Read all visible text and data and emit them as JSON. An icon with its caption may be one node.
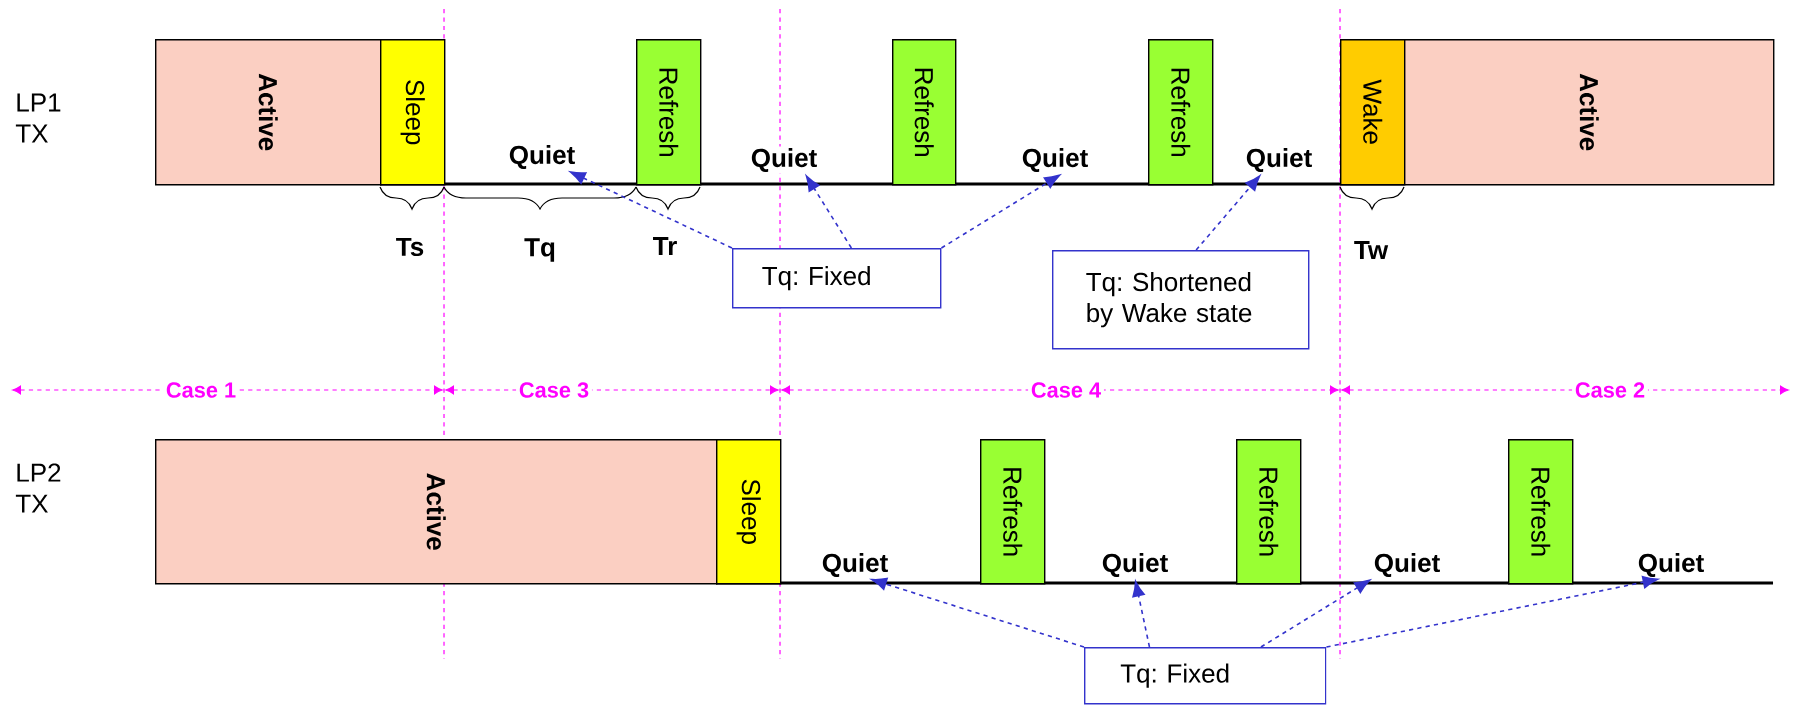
{
  "diagram": {
    "nodes": [
      {
        "text": [
          "Active"
        ]
      },
      {
        "text": [
          "Sleep"
        ]
      },
      {
        "text": [
          "Quiet"
        ]
      },
      {
        "text": [
          "Refresh"
        ]
      },
      {
        "text": [
          "Quiet"
        ]
      },
      {
        "text": [
          "Refresh"
        ]
      },
      {
        "text": [
          "Quiet"
        ]
      },
      {
        "text": [
          "Refresh"
        ]
      },
      {
        "text": [
          "Quiet"
        ]
      },
      {
        "text": [
          "Wake"
        ]
      },
      {
        "text": [
          "Active"
        ]
      },
      {
        "text": [
          "Tq: Fixed"
        ]
      },
      {
        "text": [
          "Tq: Shortened by Wake state"
        ]
      },
      {
        "text": [
          "Active"
        ]
      },
      {
        "text": [
          "Sleep"
        ]
      },
      {
        "text": [
          "Quiet"
        ]
      },
      {
        "text": [
          "Refresh"
        ]
      },
      {
        "text": [
          "Quiet"
        ]
      },
      {
        "text": [
          "Refresh"
        ]
      },
      {
        "text": [
          "Quiet"
        ]
      },
      {
        "text": [
          "Refresh"
        ]
      },
      {
        "text": [
          "Quiet"
        ]
      },
      {
        "text": [
          "Tq: Fixed"
        ]
      }
    ],
    "edges": [
      {
        "from": 11,
        "to": 2,
        "arrow": "to",
        "style": "dashed",
        "color": "#3333cc"
      },
      {
        "from": 11,
        "to": 4,
        "arrow": "to",
        "style": "dashed",
        "color": "#3333cc"
      },
      {
        "from": 11,
        "to": 6,
        "arrow": "to",
        "style": "dashed",
        "color": "#3333cc"
      },
      {
        "from": 12,
        "to": 8,
        "arrow": "to",
        "style": "dashed",
        "color": "#3333cc"
      },
      {
        "from": 22,
        "to": 15,
        "arrow": "to",
        "style": "dashed",
        "color": "#3333cc"
      },
      {
        "from": 22,
        "to": 17,
        "arrow": "to",
        "style": "dashed",
        "color": "#3333cc"
      },
      {
        "from": 22,
        "to": 19,
        "arrow": "to",
        "style": "dashed",
        "color": "#3333cc"
      },
      {
        "from": 22,
        "to": 21,
        "arrow": "to",
        "style": "dashed",
        "color": "#3333cc"
      }
    ],
    "labels": [
      "LP1 TX",
      "Ts",
      "Tq",
      "Tr",
      "Tw",
      "Case 1",
      "Case 3",
      "Case 4",
      "Case 2",
      "LP2 TX"
    ]
  }
}
